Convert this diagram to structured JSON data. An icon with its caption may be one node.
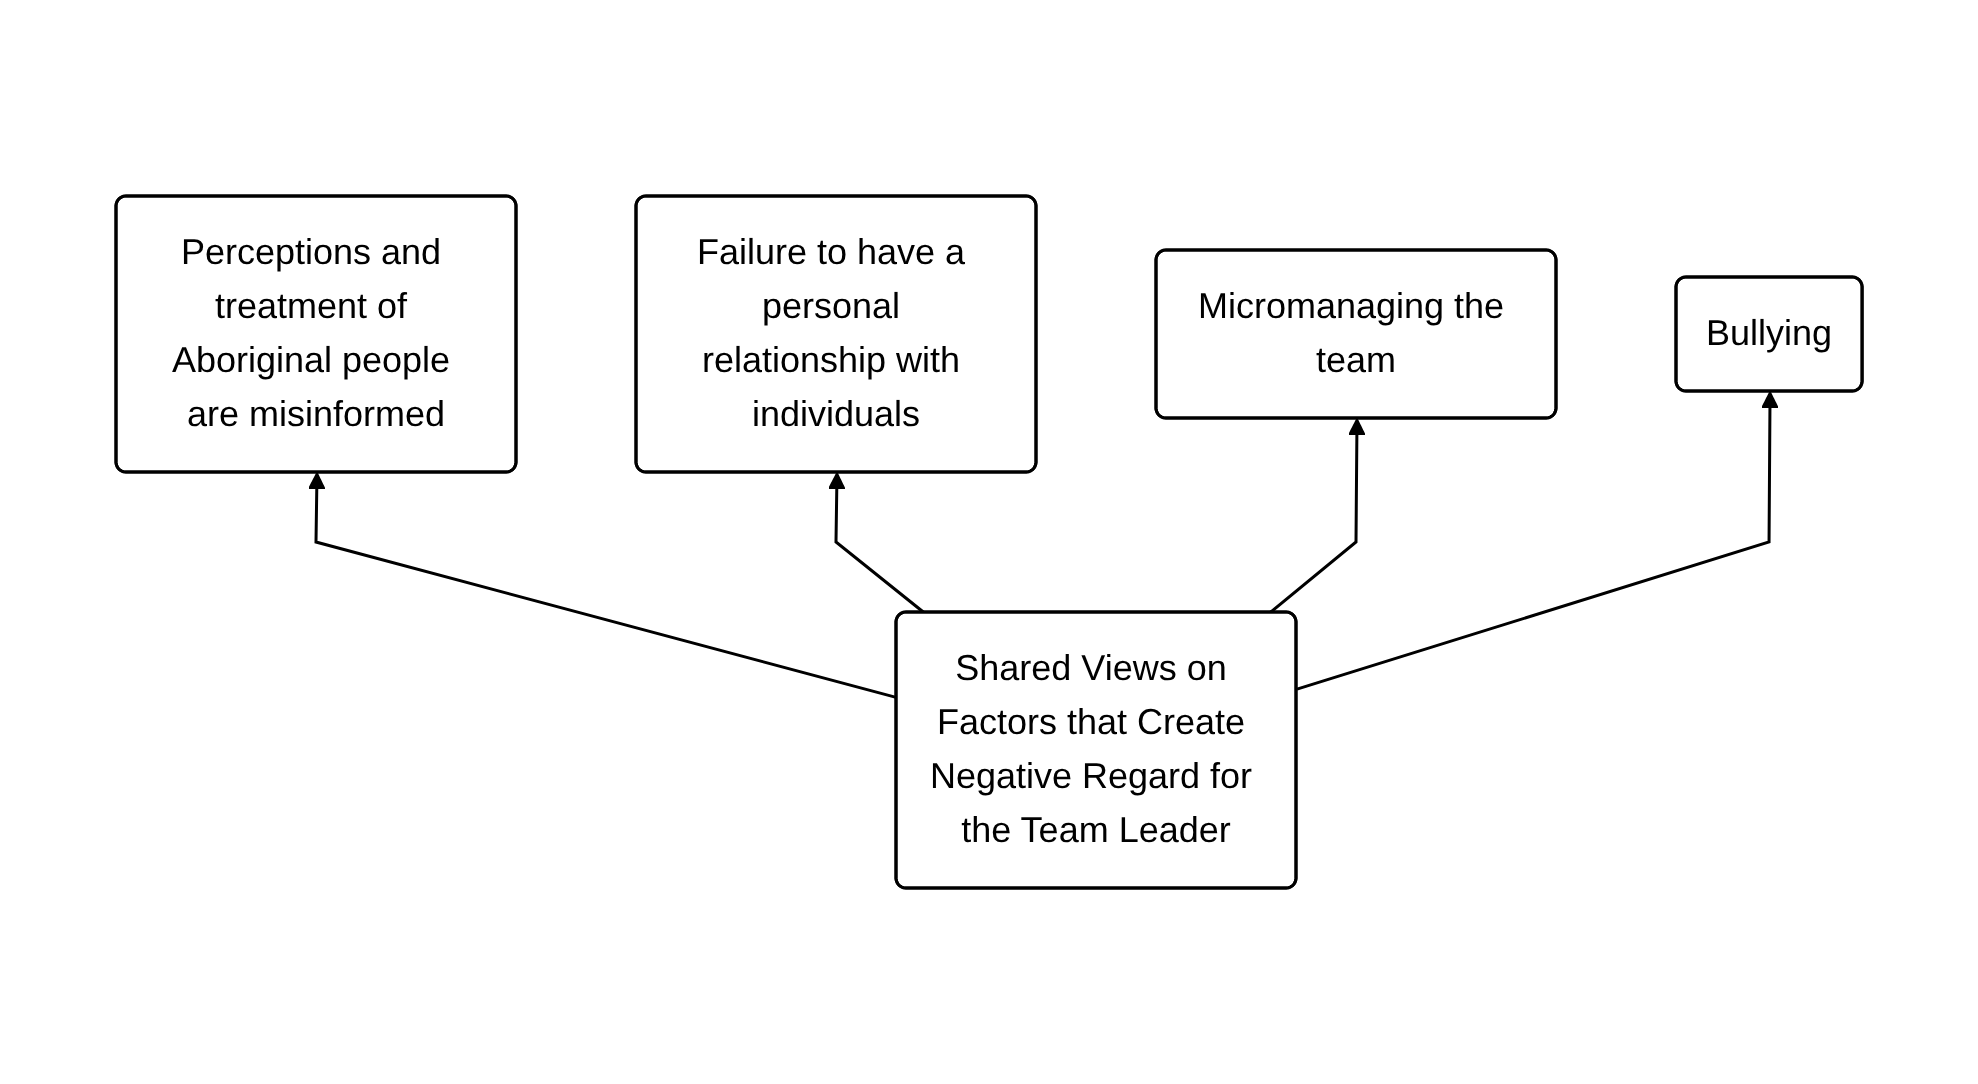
{
  "diagram": {
    "nodes": [
      {
        "text": [
          "Perceptions and treatment of Aboriginal people are misinformed"
        ]
      },
      {
        "text": [
          "Failure to have a personal relationship with individuals"
        ]
      },
      {
        "text": [
          "Micromanaging the team"
        ]
      },
      {
        "text": [
          "Bullying"
        ]
      },
      {
        "text": [
          "Shared Views on Factors that Create Negative Regard for the Team Leader"
        ]
      }
    ],
    "edges": [
      {
        "from": 4,
        "to": 0,
        "arrow": "to"
      },
      {
        "from": 4,
        "to": 1,
        "arrow": "to"
      },
      {
        "from": 4,
        "to": 2,
        "arrow": "to"
      },
      {
        "from": 4,
        "to": 3,
        "arrow": "to"
      }
    ]
  }
}
